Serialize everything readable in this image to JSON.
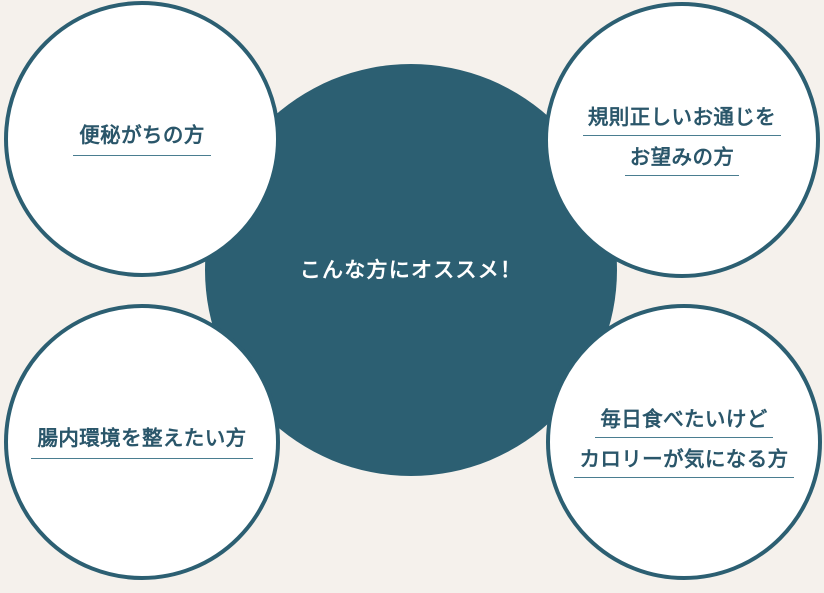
{
  "theme": {
    "background_color": "#f5f1ec",
    "accent_color": "#2c5f72",
    "text_color": "#2a566a",
    "center_text_color": "#ffffff",
    "rule_color": "#4a7d90"
  },
  "center": {
    "label": "こんな方にオススメ！"
  },
  "bubbles": [
    {
      "position": "top-left",
      "lines": [
        "便秘がちの方"
      ]
    },
    {
      "position": "top-right",
      "lines": [
        "規則正しいお通じを",
        "お望みの方"
      ]
    },
    {
      "position": "bottom-left",
      "lines": [
        "腸内環境を整えたい方"
      ]
    },
    {
      "position": "bottom-right",
      "lines": [
        "毎日食べたいけど",
        "カロリーが気になる方"
      ]
    }
  ]
}
